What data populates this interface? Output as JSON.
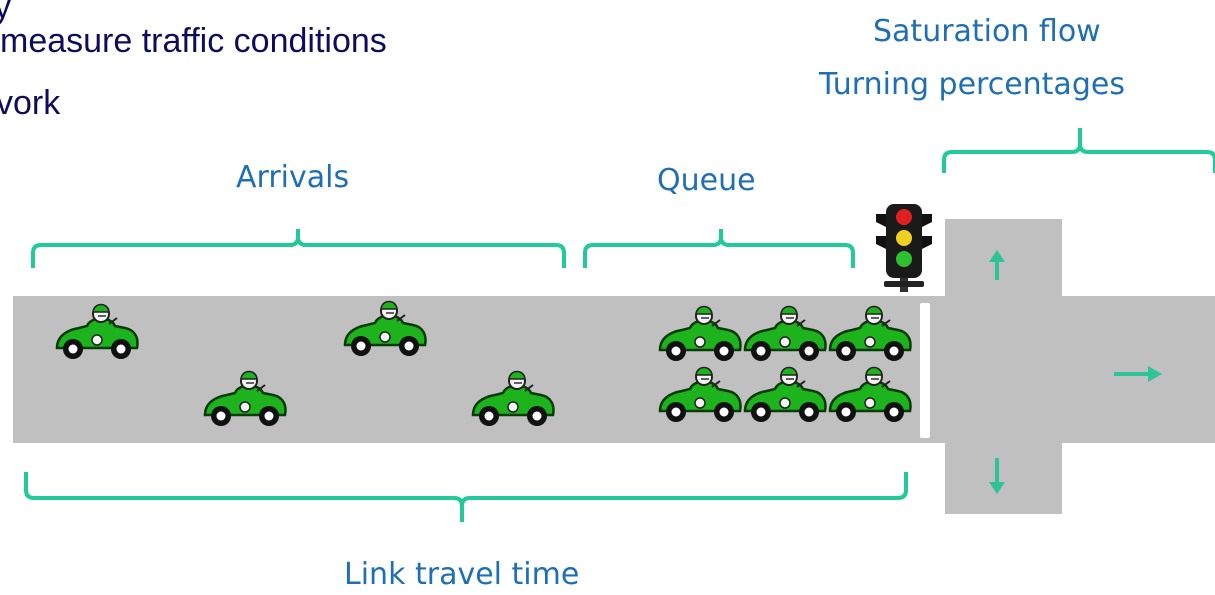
{
  "slide": {
    "text_lines": [
      "y",
      "measure traffic conditions",
      "vork"
    ]
  },
  "labels": {
    "saturation_flow": "Saturation flow",
    "turning_percentages": "Turning percentages",
    "arrivals": "Arrivals",
    "queue": "Queue",
    "link_travel_time": "Link travel time"
  },
  "colors": {
    "road": "#c0c0c0",
    "car": "#1db31d",
    "bracket": "#22c99a",
    "arrow": "#2ec495",
    "label_text": "#1f6fb5",
    "body_text": "#0d0d5c",
    "stop_line": "#ffffff"
  },
  "icons": {
    "traffic_light": "traffic-light-icon",
    "car": "car-icon",
    "arrow_up": "arrow-up-icon",
    "arrow_right": "arrow-right-icon",
    "arrow_down": "arrow-down-icon"
  },
  "arrivals_car_count": 4,
  "queue_car_count": 6
}
